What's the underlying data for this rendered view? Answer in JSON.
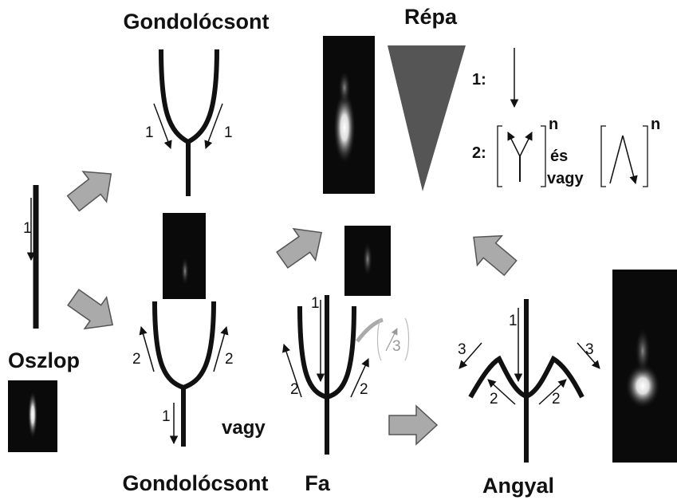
{
  "titles": {
    "top_left": "Gondolócsont",
    "top_right": "Répa",
    "bottom_left": "Gondolócsont",
    "bottom_mid": "Fa",
    "bottom_right": "Angyal",
    "left": "Oszlop"
  },
  "words": {
    "or": "vagy",
    "and": "és",
    "and_or": "vagy"
  },
  "labels": {
    "one": "1",
    "two": "2",
    "three": "3",
    "n": "n",
    "step1": "1:",
    "step2": "2:"
  },
  "colors": {
    "ink": "#111111",
    "arrow_fill": "#aaaaaa",
    "arrow_stroke": "#555555",
    "triangle": "#555555",
    "micrograph_bg": "#0a0a0a",
    "faded": "#999999"
  },
  "icons": {
    "flow_arrow": "block-arrow-icon",
    "growth_arrow": "thin-arrow-icon"
  }
}
